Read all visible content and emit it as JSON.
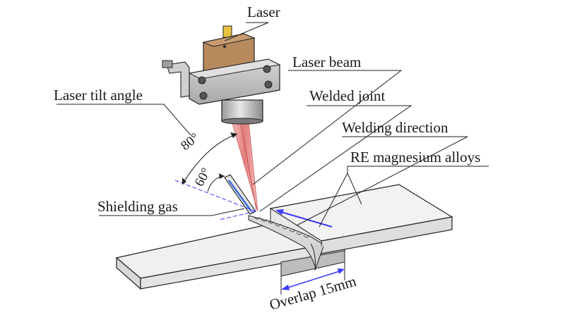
{
  "labels": {
    "laser": "Laser",
    "laser_beam": "Laser beam",
    "welded_joint": "Welded joint",
    "welding_direction": "Welding direction",
    "re_magnesium_alloys": "RE magnesium alloys",
    "laser_tilt_angle": "Laser tilt angle",
    "shielding_gas": "Shielding gas",
    "overlap": "Overlap 15mm"
  },
  "angles": {
    "laser_tilt": "80°",
    "nozzle": "60°"
  },
  "colors": {
    "laser_head_block": "#b78a5e",
    "laser_mount": "#bdbdbd",
    "beam": "#e58a8a",
    "dimension_lines": "#3a3aff",
    "plate_top": "#f2f2f2",
    "plate_front": "#e0e0e0"
  }
}
